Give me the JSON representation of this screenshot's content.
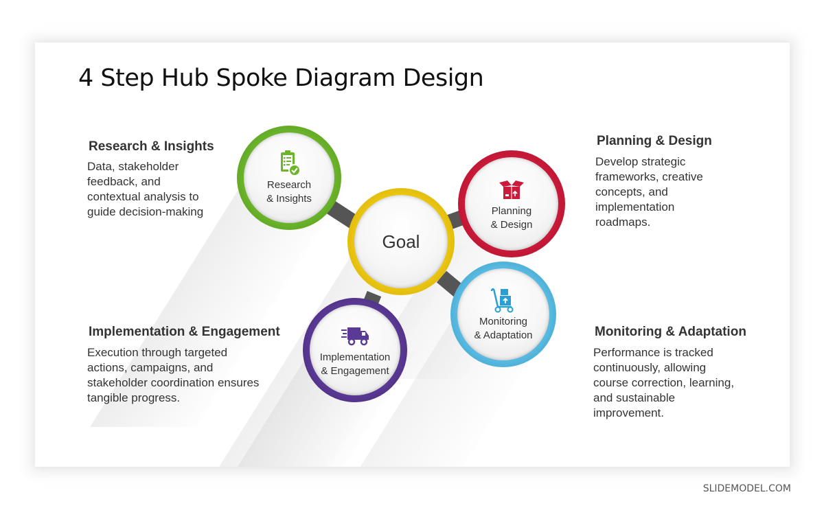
{
  "slide": {
    "title": "4 Step Hub Spoke Diagram Design"
  },
  "hub": {
    "label": "Goal",
    "color": "#e8c20a"
  },
  "spokes": [
    {
      "id": "research",
      "circle_label": "Research\n& Insights",
      "icon": "clipboard-check-icon",
      "color": "#6bb52a",
      "heading": "Research & Insights",
      "description": "Data, stakeholder\nfeedback, and\ncontextual analysis to\nguide decision-making"
    },
    {
      "id": "planning",
      "circle_label": "Planning\n& Design",
      "icon": "open-box-icon",
      "color": "#cc1a3a",
      "heading": "Planning & Design",
      "description": "Develop strategic\nframeworks, creative\nconcepts, and\nimplementation\nroadmaps."
    },
    {
      "id": "monitoring",
      "circle_label": "Monitoring\n& Adaptation",
      "icon": "hand-truck-icon",
      "color": "#5bbde3",
      "heading": "Monitoring & Adaptation",
      "description": "Performance is tracked\ncontinuously, allowing\ncourse correction, learning,\nand sustainable\nimprovement."
    },
    {
      "id": "implementation",
      "circle_label": "Implementation\n& Engagement",
      "icon": "delivery-truck-icon",
      "color": "#5b3a96",
      "heading": "Implementation & Engagement",
      "description": "Execution through targeted\nactions, campaigns, and\nstakeholder coordination ensures\ntangible progress."
    }
  ],
  "credit": "SLIDEMODEL.COM"
}
